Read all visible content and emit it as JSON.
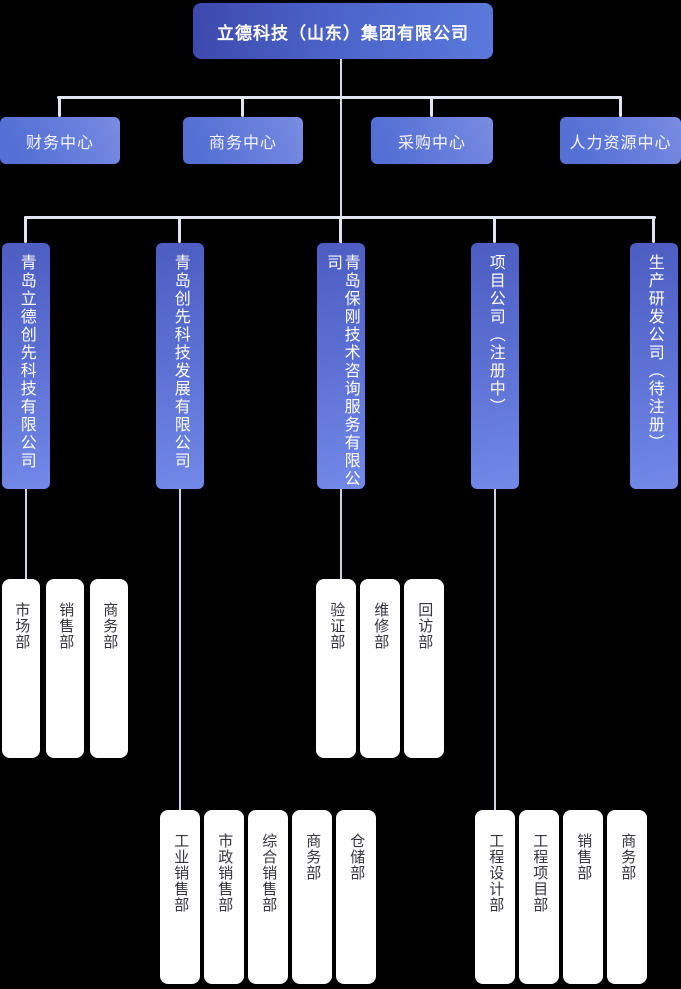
{
  "root": {
    "label": "立德科技（山东）集团有限公司"
  },
  "centers": [
    {
      "label": "财务中心"
    },
    {
      "label": "商务中心"
    },
    {
      "label": "采购中心"
    },
    {
      "label": "人力资源中心"
    }
  ],
  "companies": [
    {
      "label": "青岛立德创先科技有限公司",
      "departments": [
        "市场部",
        "销售部",
        "商务部"
      ]
    },
    {
      "label": "青岛创先科技发展有限公司",
      "departments": [
        "工业销售部",
        "市政销售部",
        "综合销售部",
        "商务部",
        "仓储部"
      ]
    },
    {
      "label": "青岛保刚技术咨询服务有限公司",
      "departments": [
        "验证部",
        "维修部",
        "回访部"
      ]
    },
    {
      "label": "项目公司（注册中）",
      "departments": [
        "工程设计部",
        "工程项目部",
        "销售部",
        "商务部"
      ]
    },
    {
      "label": "生产研发公司（待注册）",
      "departments": []
    }
  ],
  "colors": {
    "background": "#000000",
    "root_gradient_start": "#3d48ac",
    "root_gradient_end": "#5b79dc",
    "center_box": "#5f7ad8",
    "company_gradient_start": "#4d5dc1",
    "company_gradient_end": "#7289e8",
    "department_box": "#ffffff",
    "department_text": "#35353d",
    "connector_line": "#e0e4f4"
  }
}
